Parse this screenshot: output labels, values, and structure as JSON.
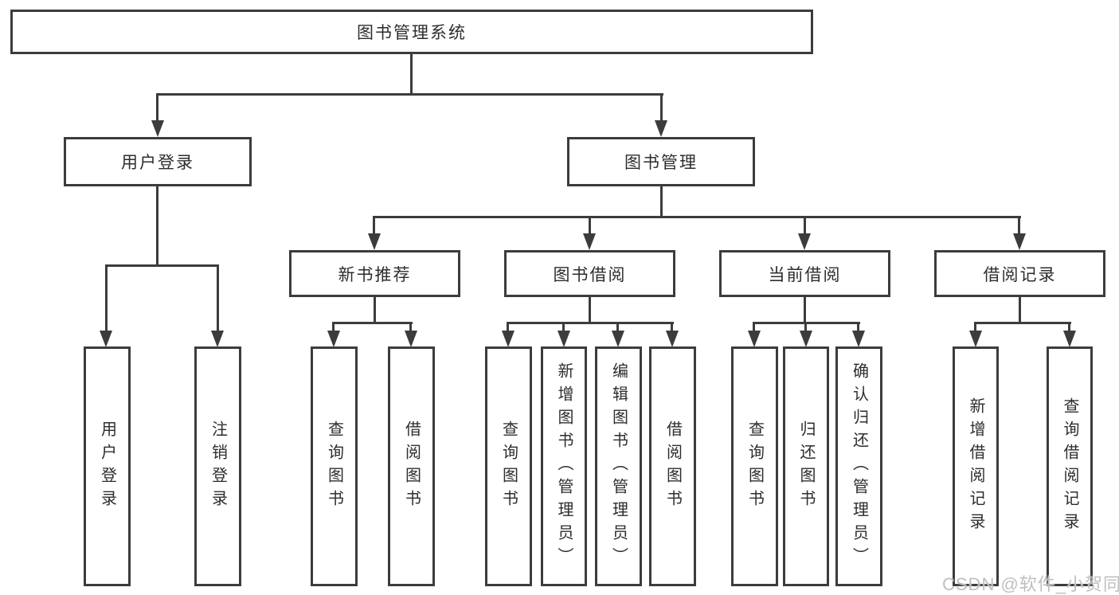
{
  "colors": {
    "line": "#3c3c3c",
    "text": "#2d2d2d",
    "background": "#ffffff",
    "watermark": "#bfbfbf"
  },
  "watermark": "CSDN @软件_小贺同学",
  "tree": {
    "label": "图书管理系统",
    "children": [
      {
        "label": "用户登录",
        "children": [
          {
            "label": "用户登录"
          },
          {
            "label": "注销登录"
          }
        ]
      },
      {
        "label": "图书管理",
        "children": [
          {
            "label": "新书推荐",
            "children": [
              {
                "label": "查询图书"
              },
              {
                "label": "借阅图书"
              }
            ]
          },
          {
            "label": "图书借阅",
            "children": [
              {
                "label": "查询图书"
              },
              {
                "label": "新增图书（管理员）"
              },
              {
                "label": "编辑图书（管理员）"
              },
              {
                "label": "借阅图书"
              }
            ]
          },
          {
            "label": "当前借阅",
            "children": [
              {
                "label": "查询图书"
              },
              {
                "label": "归还图书"
              },
              {
                "label": "确认归还（管理员）"
              }
            ]
          },
          {
            "label": "借阅记录",
            "children": [
              {
                "label": "新增借阅记录"
              },
              {
                "label": "查询借阅记录"
              }
            ]
          }
        ]
      }
    ]
  }
}
